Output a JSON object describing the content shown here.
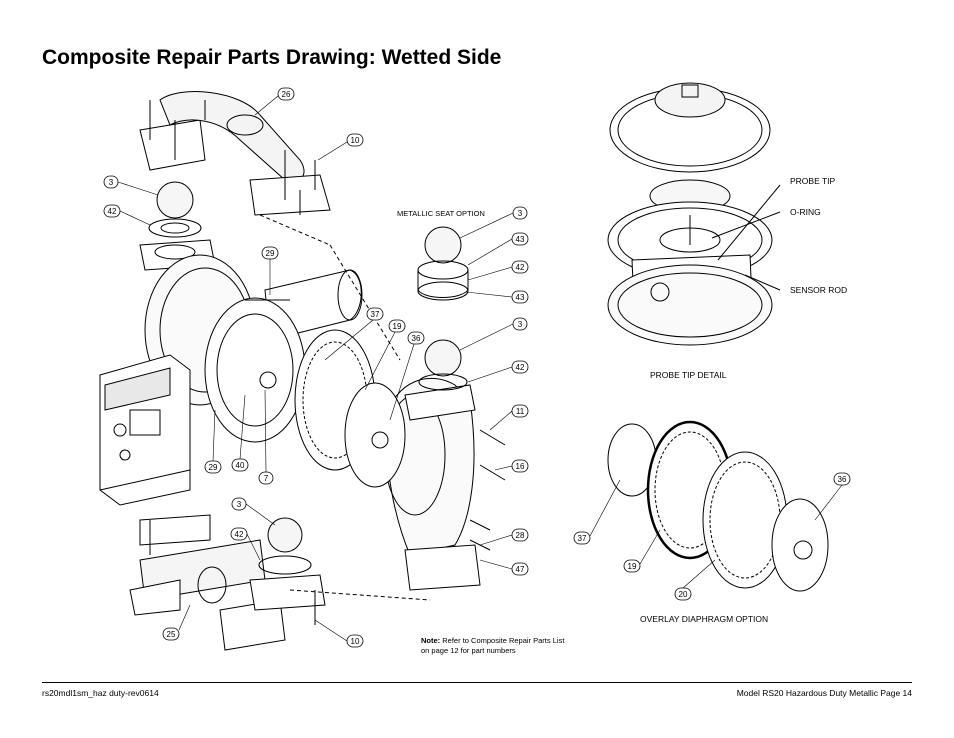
{
  "page": {
    "title": "Composite Repair Parts Drawing: Wetted Side",
    "footer_left": "rs20mdl1sm_haz duty-rev0614",
    "footer_right": "Model RS20 Hazardous Duty Metallic Page 14"
  },
  "note": {
    "label": "Note:",
    "text_line1": "Refer to Composite Repair Parts List",
    "text_line2": "on page 12 for part numbers"
  },
  "labels": {
    "metallic_seat_option": "METALLIC SEAT OPTION",
    "probe_tip": "PROBE TIP",
    "o_ring": "O-RING",
    "sensor_rod": "SENSOR ROD",
    "probe_tip_detail": "PROBE TIP DETAIL",
    "overlay_diaphragm_option": "OVERLAY DIAPHRAGM OPTION"
  },
  "callouts": [
    {
      "id": "c26",
      "text": "26"
    },
    {
      "id": "c10a",
      "text": "10"
    },
    {
      "id": "c3a",
      "text": "3"
    },
    {
      "id": "c42a",
      "text": "42"
    },
    {
      "id": "c29a",
      "text": "29"
    },
    {
      "id": "c3b",
      "text": "3"
    },
    {
      "id": "c43a",
      "text": "43"
    },
    {
      "id": "c42b",
      "text": "42"
    },
    {
      "id": "c43b",
      "text": "43"
    },
    {
      "id": "c37a",
      "text": "37"
    },
    {
      "id": "c19a",
      "text": "19"
    },
    {
      "id": "c36a",
      "text": "36"
    },
    {
      "id": "c3c",
      "text": "3"
    },
    {
      "id": "c42c",
      "text": "42"
    },
    {
      "id": "c11",
      "text": "11"
    },
    {
      "id": "c16",
      "text": "16"
    },
    {
      "id": "c29b",
      "text": "29"
    },
    {
      "id": "c40",
      "text": "40"
    },
    {
      "id": "c7",
      "text": "7"
    },
    {
      "id": "c3d",
      "text": "3"
    },
    {
      "id": "c42d",
      "text": "42"
    },
    {
      "id": "c28",
      "text": "28"
    },
    {
      "id": "c47",
      "text": "47"
    },
    {
      "id": "c25",
      "text": "25"
    },
    {
      "id": "c10b",
      "text": "10"
    },
    {
      "id": "c37b",
      "text": "37"
    },
    {
      "id": "c19b",
      "text": "19"
    },
    {
      "id": "c20",
      "text": "20"
    },
    {
      "id": "c36b",
      "text": "36"
    }
  ]
}
